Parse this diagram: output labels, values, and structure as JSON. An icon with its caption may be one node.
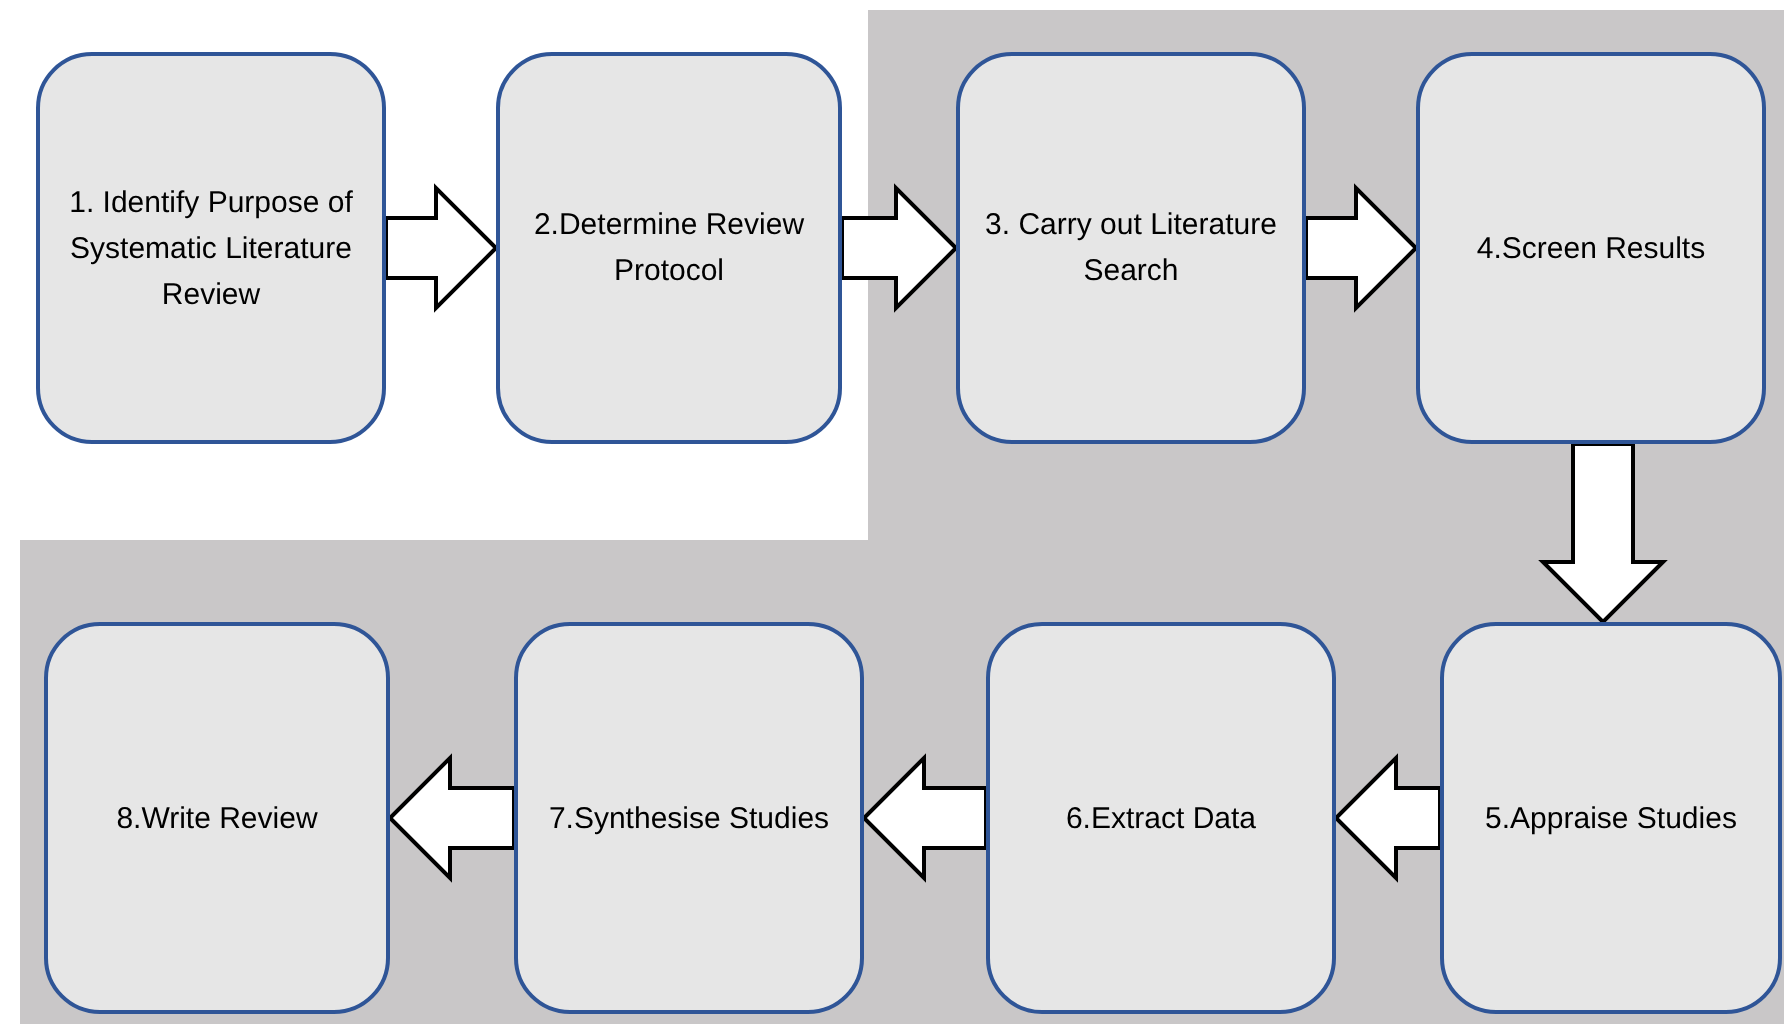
{
  "diagram": {
    "nodes": [
      {
        "text": [
          "1. Identify Purpose of Systematic Literature Review"
        ]
      },
      {
        "text": [
          "2.Determine Review Protocol"
        ]
      },
      {
        "text": [
          "3. Carry out Literature Search"
        ]
      },
      {
        "text": [
          "4.Screen Results"
        ]
      },
      {
        "text": [
          "5.Appraise Studies"
        ]
      },
      {
        "text": [
          "6.Extract Data"
        ]
      },
      {
        "text": [
          "7.Synthesise Studies"
        ]
      },
      {
        "text": [
          "8.Write Review"
        ]
      }
    ],
    "edges": [
      {
        "from": 0,
        "to": 1,
        "arrow": "to"
      },
      {
        "from": 1,
        "to": 2,
        "arrow": "to"
      },
      {
        "from": 2,
        "to": 3,
        "arrow": "to"
      },
      {
        "from": 3,
        "to": 4,
        "arrow": "to"
      },
      {
        "from": 4,
        "to": 5,
        "arrow": "to"
      },
      {
        "from": 5,
        "to": 6,
        "arrow": "to"
      },
      {
        "from": 6,
        "to": 7,
        "arrow": "to"
      }
    ]
  }
}
